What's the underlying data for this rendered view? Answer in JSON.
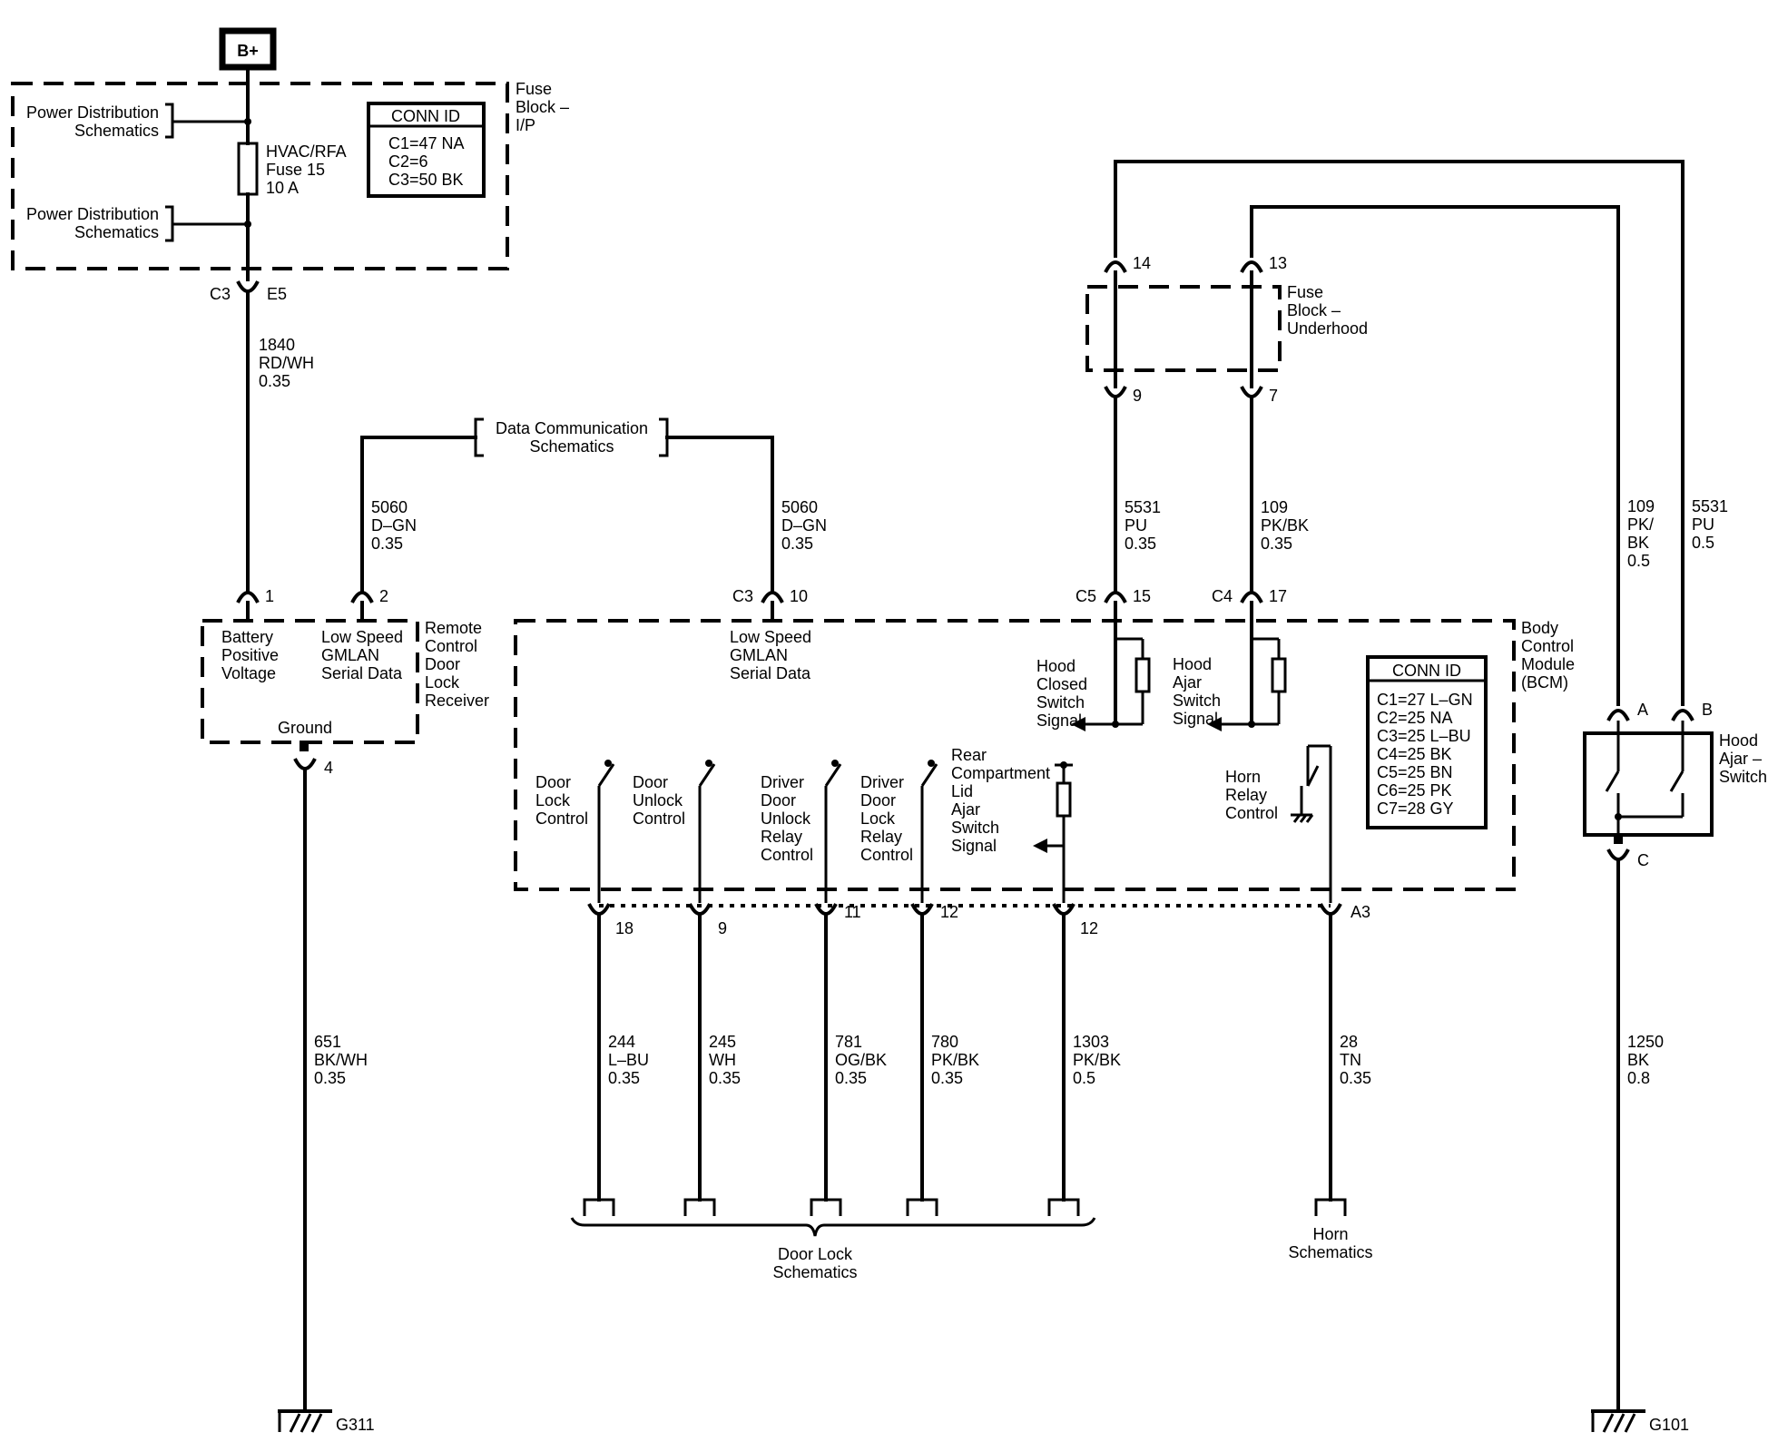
{
  "supply": {
    "bplus": "B+"
  },
  "fuse_block_ip": {
    "name": [
      "Fuse",
      "Block –",
      "I/P"
    ],
    "power_dist_1": [
      "Power Distribution",
      "Schematics"
    ],
    "power_dist_2": [
      "Power Distribution",
      "Schematics"
    ],
    "fuse": [
      "HVAC/RFA",
      "Fuse 15",
      "10 A"
    ],
    "conn_id": {
      "title": "CONN ID",
      "rows": [
        "C1=47 NA",
        "C2=6",
        "C3=50 BK"
      ]
    },
    "out_connector": "C3",
    "out_pin": "E5"
  },
  "wires": {
    "w1840": [
      "1840",
      "RD/WH",
      "0.35"
    ],
    "w5060_left": [
      "5060",
      "D–GN",
      "0.35"
    ],
    "w5060_right": [
      "5060",
      "D–GN",
      "0.35"
    ],
    "w651": [
      "651",
      "BK/WH",
      "0.35"
    ],
    "w5531_mid": [
      "5531",
      "PU",
      "0.35"
    ],
    "w109_mid": [
      "109",
      "PK/BK",
      "0.35"
    ],
    "w109_right": [
      "109",
      "PK/",
      "BK",
      "0.5"
    ],
    "w5531_right": [
      "5531",
      "PU",
      "0.5"
    ],
    "w244": [
      "244",
      "L–BU",
      "0.35"
    ],
    "w245": [
      "245",
      "WH",
      "0.35"
    ],
    "w781": [
      "781",
      "OG/BK",
      "0.35"
    ],
    "w780": [
      "780",
      "PK/BK",
      "0.35"
    ],
    "w1303": [
      "1303",
      "PK/BK",
      "0.5"
    ],
    "w28": [
      "28",
      "TN",
      "0.35"
    ],
    "w1250": [
      "1250",
      "BK",
      "0.8"
    ]
  },
  "data_comm": [
    "Data Communication",
    "Schematics"
  ],
  "rcdlr": {
    "name": [
      "Remote",
      "Control",
      "Door",
      "Lock",
      "Receiver"
    ],
    "pin1": "1",
    "pin2": "2",
    "pin4": "4",
    "battery": [
      "Battery",
      "Positive",
      "Voltage"
    ],
    "gmlan": [
      "Low Speed",
      "GMLAN",
      "Serial Data"
    ],
    "ground": "Ground"
  },
  "bcm": {
    "name": [
      "Body",
      "Control",
      "Module",
      "(BCM)"
    ],
    "gmlan": [
      "Low Speed",
      "GMLAN",
      "Serial Data"
    ],
    "gmlan_conn": "C3",
    "gmlan_pin": "10",
    "hood_closed": [
      "Hood",
      "Closed",
      "Switch",
      "Signal"
    ],
    "hood_ajar": [
      "Hood",
      "Ajar",
      "Switch",
      "Signal"
    ],
    "c5": "C5",
    "pin15": "15",
    "c4": "C4",
    "pin17": "17",
    "door_lock": [
      "Door",
      "Lock",
      "Control"
    ],
    "door_unlock": [
      "Door",
      "Unlock",
      "Control"
    ],
    "drv_unlock": [
      "Driver",
      "Door",
      "Unlock",
      "Relay",
      "Control"
    ],
    "drv_lock": [
      "Driver",
      "Door",
      "Lock",
      "Relay",
      "Control"
    ],
    "rear_lid": [
      "Rear",
      "Compartment",
      "Lid",
      "Ajar",
      "Switch",
      "Signal"
    ],
    "horn": [
      "Horn",
      "Relay",
      "Control"
    ],
    "pins_bottom": [
      "18",
      "9",
      "11",
      "12",
      "12",
      "A3"
    ],
    "conn_id": {
      "title": "CONN ID",
      "rows": [
        "C1=27 L–GN",
        "C2=25 NA",
        "C3=25 L–BU",
        "C4=25 BK",
        "C5=25 BN",
        "C6=25 PK",
        "C7=28 GY"
      ]
    }
  },
  "fuse_block_uh": {
    "name": [
      "Fuse",
      "Block –",
      "Underhood"
    ],
    "pin14": "14",
    "pin13": "13",
    "pin9": "9",
    "pin7": "7"
  },
  "hood_switch": {
    "name": [
      "Hood",
      "Ajar –",
      "Switch"
    ],
    "pinA": "A",
    "pinB": "B",
    "pinC": "C"
  },
  "door_lock_schem": [
    "Door Lock",
    "Schematics"
  ],
  "horn_schem": [
    "Horn",
    "Schematics"
  ],
  "grounds": {
    "left": "G311",
    "right": "G101"
  }
}
